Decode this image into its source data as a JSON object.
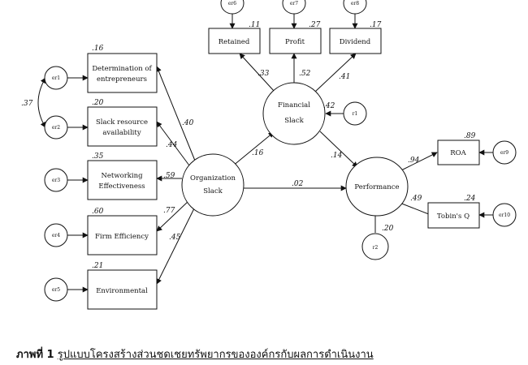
{
  "errors": {
    "er1": "er1",
    "er2": "er2",
    "er3": "er3",
    "er4": "er4",
    "er5": "er5",
    "er6": "er6",
    "er7": "er7",
    "er8": "er8",
    "er9": "er9",
    "er10": "er10",
    "r1": "r1",
    "r2": "r2"
  },
  "observed": {
    "determination": {
      "line1": "Determination of",
      "line2": "entrepreneurs",
      "r2": ".16"
    },
    "slack_resource": {
      "line1": "Slack resource",
      "line2": "availability",
      "r2": ".20"
    },
    "networking": {
      "line1": "Networking",
      "line2": "Effectiveness",
      "r2": ".35"
    },
    "firm_efficiency": {
      "label": "Firm Efficiency",
      "r2": ".60"
    },
    "environmental": {
      "label": "Environmental",
      "r2": ".21"
    },
    "retained": {
      "label": "Retained",
      "r2": ".11"
    },
    "profit": {
      "label": "Profit",
      "r2": ".27"
    },
    "dividend": {
      "label": "Dividend",
      "r2": ".17"
    },
    "roa": {
      "label": "ROA",
      "r2": ".89"
    },
    "tobins_q": {
      "label": "Tobin's Q",
      "r2": ".24"
    }
  },
  "latent": {
    "organization_slack": {
      "line1": "Organization",
      "line2": "Slack"
    },
    "financial_slack": {
      "line1": "Financial",
      "line2": "Slack",
      "r2": ".42"
    },
    "performance": {
      "label": "Performance",
      "r2": ".20"
    }
  },
  "paths": {
    "org_determination": ".40",
    "org_slack_resource": ".44",
    "org_networking": ".59",
    "org_firm_efficiency": ".77",
    "org_environmental": ".45",
    "fin_retained": ".33",
    "fin_profit": ".52",
    "fin_dividend": ".41",
    "org_fin": ".16",
    "fin_perf": ".14",
    "org_perf": ".02",
    "perf_roa": ".94",
    "perf_tobins": ".49",
    "er1_er2_cov": ".37"
  },
  "caption": {
    "label": "ภาพที่ 1",
    "text": "รูปแบบโครงสร้างส่วนชดเชยทรัพยากรขององค์กรกับผลการดำเนินงาน"
  }
}
